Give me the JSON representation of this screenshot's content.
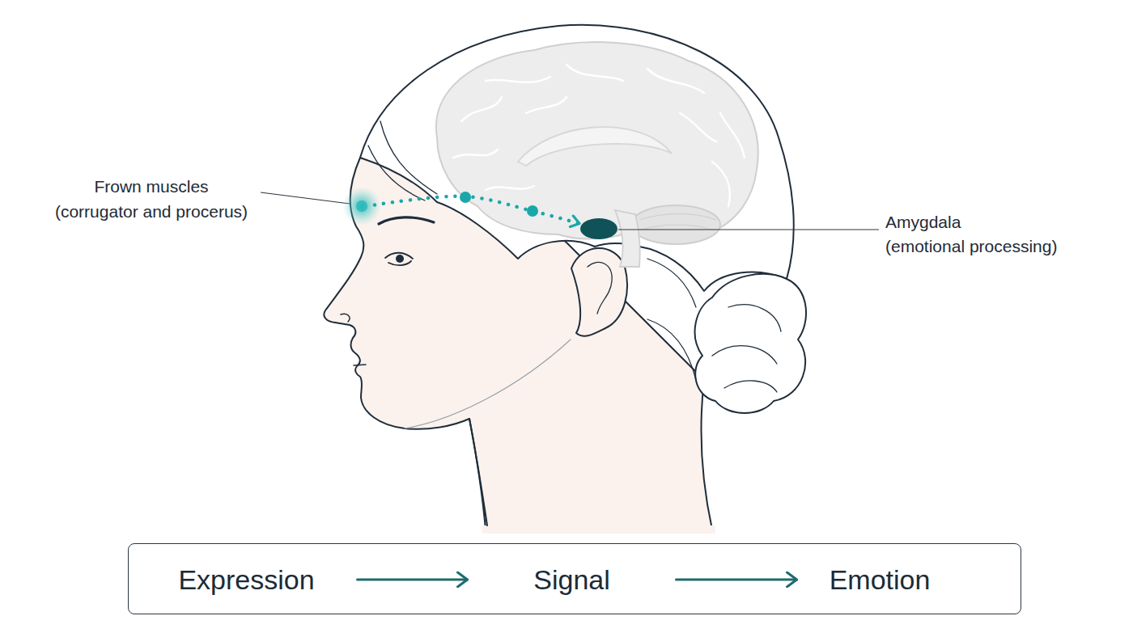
{
  "diagram": {
    "nodes": [
      {
        "text": [
          "Frown muscles",
          "(corrugator and procerus)"
        ]
      },
      {
        "text": [
          "Amygdala",
          "(emotional processing)"
        ]
      },
      {
        "text": []
      },
      {
        "text": [
          "Expression"
        ],
        "in": 2
      },
      {
        "text": [
          "Signal"
        ],
        "in": 2
      },
      {
        "text": [
          "Emotion"
        ],
        "in": 2
      }
    ],
    "edges": [
      {
        "from": 0,
        "to": 1,
        "arrow": "to"
      },
      {
        "from": 3,
        "to": 4,
        "arrow": "to"
      },
      {
        "from": 4,
        "to": 5,
        "arrow": "to"
      }
    ]
  }
}
